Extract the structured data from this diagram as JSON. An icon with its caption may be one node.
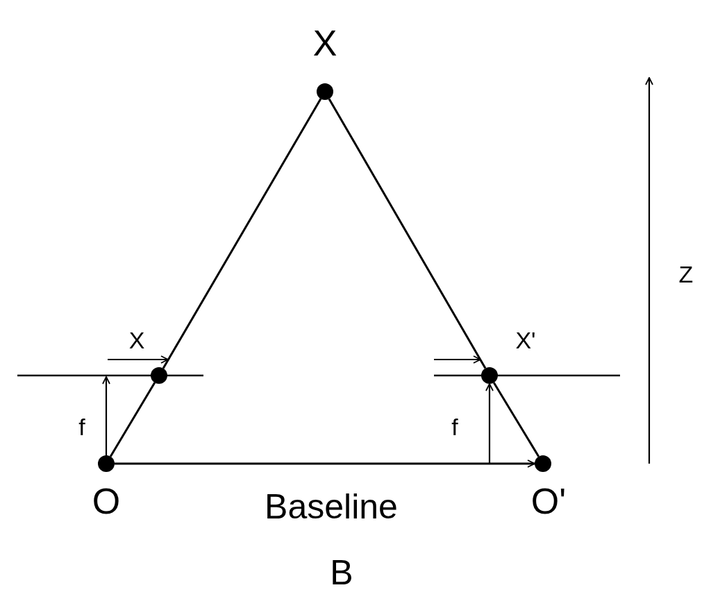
{
  "diagram": {
    "nodes": [
      {
        "text": [],
        "shape": "circle",
        "beside": [
          "X"
        ]
      },
      {
        "text": [],
        "shape": "circle"
      },
      {
        "text": [],
        "shape": "circle"
      },
      {
        "text": [],
        "shape": "circle",
        "beside": [
          "O"
        ]
      },
      {
        "text": [],
        "shape": "circle",
        "beside": [
          "O'"
        ]
      }
    ],
    "edges": [
      {
        "from": 3,
        "to": 1,
        "arrow": "none"
      },
      {
        "from": 1,
        "to": 0,
        "arrow": "none"
      },
      {
        "from": 0,
        "to": 2,
        "arrow": "none"
      },
      {
        "from": 2,
        "to": 4,
        "arrow": "none"
      },
      {
        "from": 3,
        "to": 4,
        "arrow": "to"
      },
      {
        "from": null,
        "to": 2,
        "arrow": "to"
      }
    ],
    "labels": [
      "X",
      "X'",
      "Z",
      "f",
      "f",
      "Baseline",
      "B"
    ]
  }
}
